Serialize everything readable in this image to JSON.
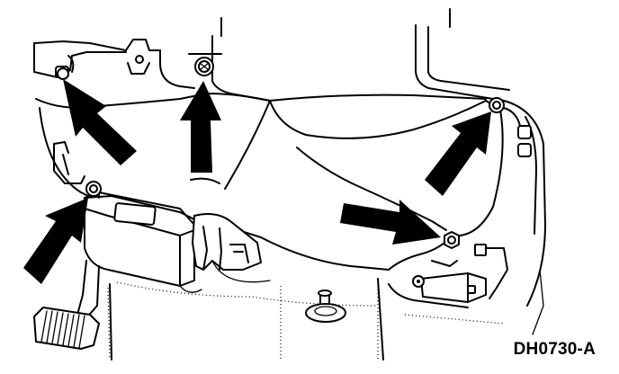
{
  "figure": {
    "code": "DH0730-A"
  },
  "callouts": [
    {
      "name": "arrow-fastener-upper-left"
    },
    {
      "name": "arrow-fastener-upper-center"
    },
    {
      "name": "arrow-fastener-upper-right"
    },
    {
      "name": "arrow-fastener-lower-left"
    },
    {
      "name": "arrow-fastener-lower-right"
    }
  ],
  "colors": {
    "ink": "#000000",
    "paper": "#ffffff"
  }
}
